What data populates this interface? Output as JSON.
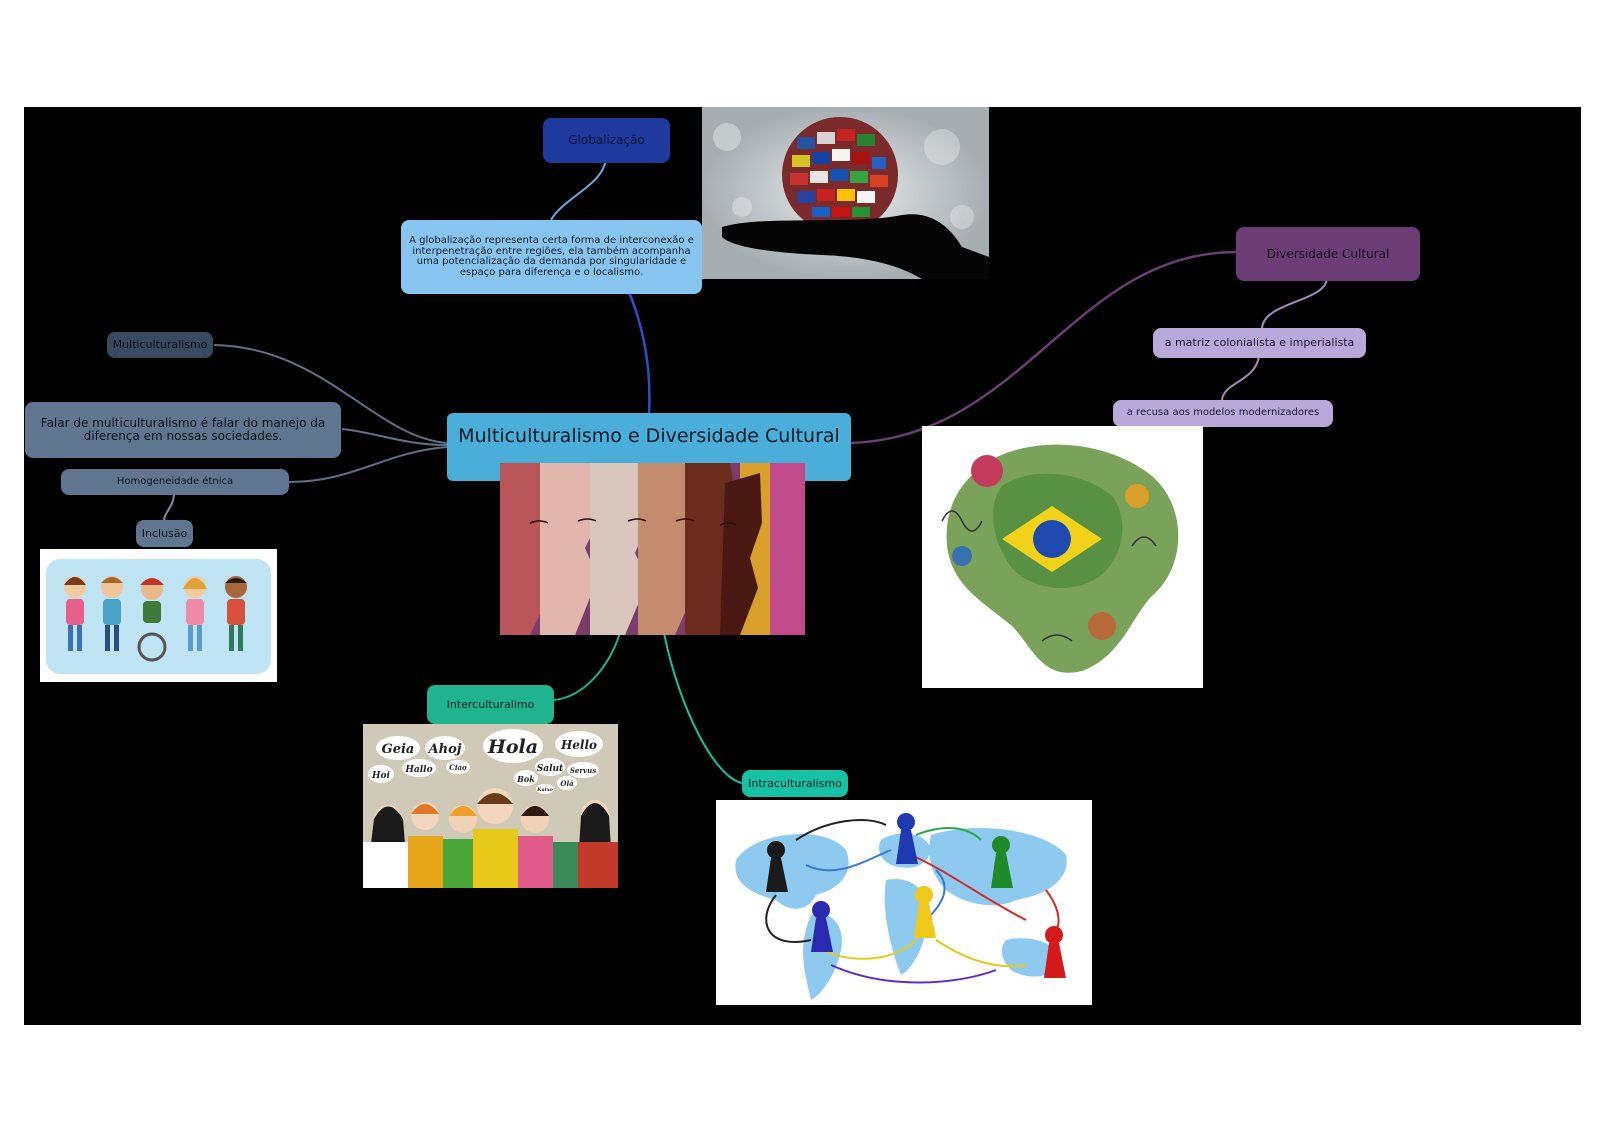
{
  "central": {
    "title": "Multiculturalismo e Diversidade Cultural"
  },
  "globalizacao": {
    "label": "Globalização",
    "description": "A globalização representa certa forma de interconexão e interpenetração entre regiões, ela também acompanha uma potencialização da demanda por singularidade e espaço para diferença e o localismo."
  },
  "multiculturalismo": {
    "label": "Multiculturalismo",
    "description": "Falar de multiculturalismo é falar do manejo da diferença em nossas sociedades.",
    "homogeneidade": "Homogeneidade étnica",
    "inclusao": "Inclusão"
  },
  "diversidade": {
    "label": "Diversidade Cultural",
    "matriz": "a matriz colonialista e imperialista",
    "recusa": "a recusa aos modelos modernizadores"
  },
  "interculturalismo": {
    "label": "Interculturalimo"
  },
  "intraculturalismo": {
    "label": "Intraculturalismo"
  },
  "greetings": [
    "Geia",
    "Ahoj",
    "Hola",
    "Hello",
    "Hoi",
    "Hallo",
    "Ciao",
    "Salut",
    "Servus",
    "Bok",
    "Olá",
    "Kaixo"
  ],
  "colors": {
    "background": "#000000",
    "central": "#4aaed9",
    "globalizacao": "#1f3a9e",
    "globalizacao_desc": "#87c4f0",
    "multiculturalismo": "#3a4a5e",
    "multiculturalismo_light": "#5f7590",
    "diversidade": "#6b3d74",
    "diversidade_light": "#b9a9db",
    "interculturalismo": "#1fb38e",
    "intraculturalismo": "#16c2a3"
  }
}
